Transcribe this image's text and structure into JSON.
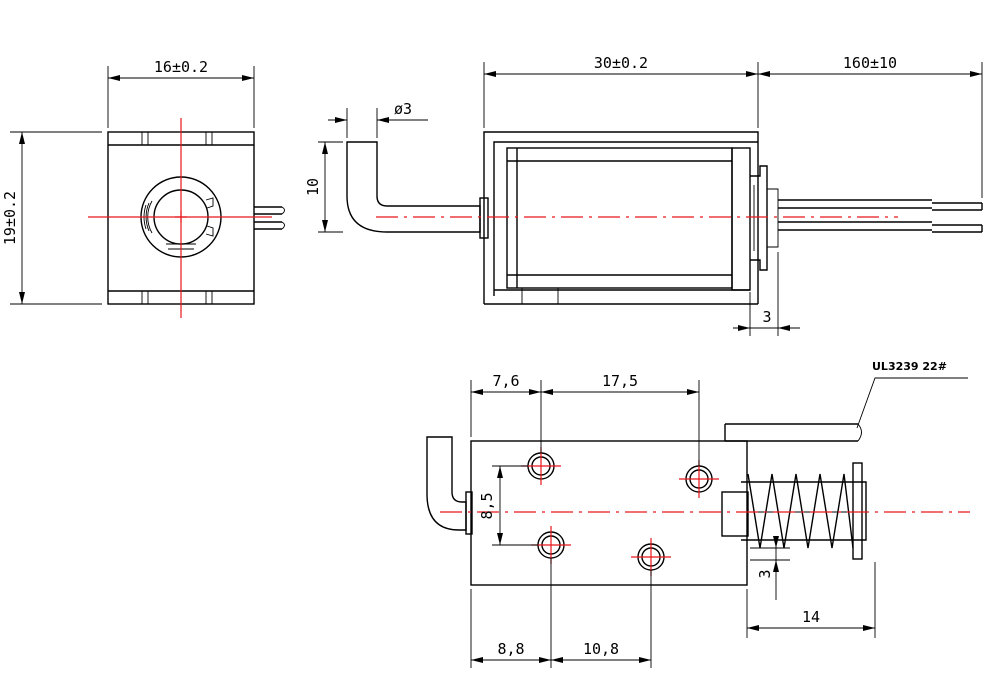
{
  "colors": {
    "outline": "#000000",
    "centerline": "#e8161b",
    "background": "#ffffff"
  },
  "front_view": {
    "width_dim": "16±0.2",
    "height_dim": "19±0.2"
  },
  "side_view": {
    "plunger_diameter_dim": "ø3",
    "plunger_height_dim": "10",
    "body_length_dim": "30±0.2",
    "lead_length_dim": "160±10",
    "flange_thickness_dim": "3"
  },
  "bottom_view": {
    "hole_offset_top_left": "7,6",
    "hole_spacing_top": "17,5",
    "hole_vertical_spacing": "8,5",
    "hole_offset_bottom_left": "8,8",
    "hole_spacing_bottom": "10,8",
    "spring_offset_dim": "3",
    "spring_length_dim": "14",
    "wire_label": "UL3239 22#"
  }
}
